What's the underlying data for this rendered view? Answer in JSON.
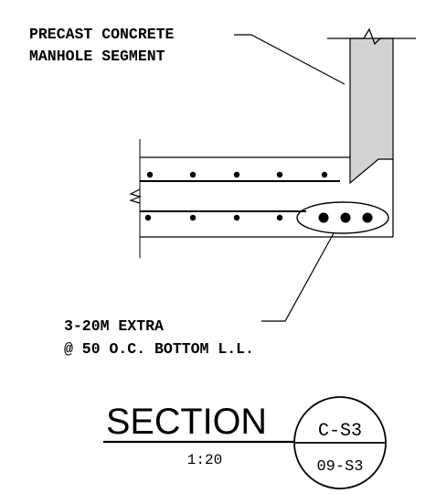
{
  "callouts": {
    "top_label_line1": "PRECAST CONCRETE",
    "top_label_line2": "MANHOLE SEGMENT",
    "bottom_label_line1": "3-20M EXTRA",
    "bottom_label_line2": "@ 50 O.C. BOTTOM L.L."
  },
  "title_block": {
    "title": "SECTION",
    "scale": "1:20",
    "detail_ref": "C-S3",
    "sheet_ref": "09-S3"
  },
  "colors": {
    "line": "#000000",
    "concrete_fill": "#d3d3d3",
    "background": "#ffffff"
  }
}
